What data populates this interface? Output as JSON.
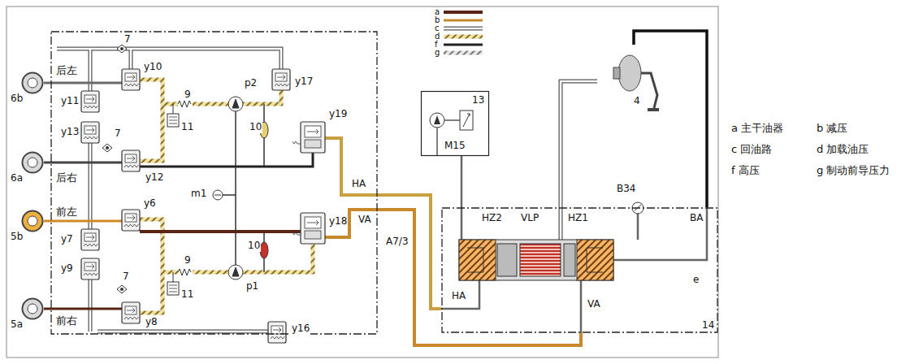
{
  "diagram": {
    "nodes": [
      {
        "text": [
          "A7/3"
        ]
      },
      {
        "text": [
          "6b"
        ]
      },
      {
        "text": [
          "6a"
        ]
      },
      {
        "text": [
          "5b"
        ]
      },
      {
        "text": [
          "5a"
        ]
      },
      {
        "text": [
          "13",
          "M15"
        ]
      },
      {
        "text": [
          "4"
        ]
      },
      {
        "text": [
          "14"
        ]
      }
    ],
    "edges": [
      {
        "from": 1,
        "to": 0,
        "arrow": "none"
      },
      {
        "from": 2,
        "to": 0,
        "arrow": "none"
      },
      {
        "from": 3,
        "to": 0,
        "arrow": "none"
      },
      {
        "from": 4,
        "to": 0,
        "arrow": "none"
      },
      {
        "from": 0,
        "to": 7,
        "arrow": "none"
      },
      {
        "from": 0,
        "to": 7,
        "arrow": "none"
      },
      {
        "from": 5,
        "to": 7,
        "arrow": "none"
      },
      {
        "from": 6,
        "to": 7,
        "arrow": "none"
      }
    ],
    "labels": [
      "a",
      "b",
      "c",
      "d",
      "f",
      "g",
      "7",
      "后左",
      "y10",
      "9",
      "p2",
      "y17",
      "y11",
      "y13",
      "11",
      "10",
      "y19",
      "7",
      "后右",
      "y12",
      "m1",
      "HA",
      "VA",
      "前左",
      "y6",
      "y18",
      "y7",
      "y9",
      "9",
      "10",
      "p1",
      "11",
      "7",
      "前右",
      "y8",
      "y16",
      "B34",
      "HZ2",
      "VLP",
      "HZ1",
      "BA",
      "e",
      "HA",
      "VA"
    ],
    "legend": [
      {
        "text": "a 主干油器"
      },
      {
        "text": "b 减压"
      },
      {
        "text": "c 回油路"
      },
      {
        "text": "d 加载油压"
      },
      {
        "text": "f 高压"
      },
      {
        "text": "g 制动前导压力"
      }
    ]
  }
}
